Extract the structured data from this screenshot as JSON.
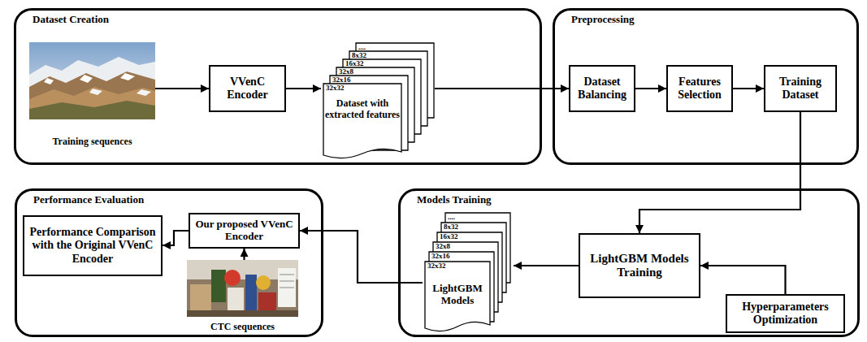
{
  "diagram": {
    "nodes": [
      {
        "text": [
          "Dataset Creation"
        ]
      },
      {
        "text": [
          "Training sequences"
        ],
        "in": 0
      },
      {
        "text": [
          "VVenC Encoder"
        ],
        "in": 0
      },
      {
        "text": [
          "....",
          "8x32",
          "16x32",
          "32x8",
          "32x16",
          "32x32",
          "Dataset with extracted features"
        ],
        "in": 0
      },
      {
        "text": [
          "Preprocessing"
        ]
      },
      {
        "text": [
          "Dataset Balancing"
        ],
        "in": 4
      },
      {
        "text": [
          "Features Selection"
        ],
        "in": 4
      },
      {
        "text": [
          "Training Dataset"
        ],
        "in": 4
      },
      {
        "text": [
          "Performance Evaluation"
        ]
      },
      {
        "text": [
          "Performance Comparison with the Original VVenC Encoder"
        ],
        "in": 8
      },
      {
        "text": [
          "Our proposed VVenC Encoder"
        ],
        "in": 8
      },
      {
        "text": [
          "CTC sequences"
        ],
        "in": 8
      },
      {
        "text": [
          "Models Training"
        ]
      },
      {
        "text": [
          "....",
          "8x32",
          "16x32",
          "32x8",
          "32x16",
          "32x32",
          "LightGBM Models"
        ],
        "in": 12
      },
      {
        "text": [
          "LightGBM Models Training"
        ],
        "in": 12
      },
      {
        "text": [
          "Hyperparameters Optimization"
        ],
        "in": 12
      }
    ],
    "edges": [
      {
        "from": 1,
        "to": 2,
        "arrow": "to"
      },
      {
        "from": 2,
        "to": 3,
        "arrow": "to"
      },
      {
        "from": 3,
        "to": 5,
        "arrow": "to"
      },
      {
        "from": 5,
        "to": 6,
        "arrow": "to"
      },
      {
        "from": 6,
        "to": 7,
        "arrow": "to"
      },
      {
        "from": 7,
        "to": 14,
        "arrow": "to"
      },
      {
        "from": 15,
        "to": 14,
        "arrow": "to"
      },
      {
        "from": 14,
        "to": 13,
        "arrow": "to"
      },
      {
        "from": 13,
        "to": 10,
        "arrow": "to"
      },
      {
        "from": 11,
        "to": 10,
        "arrow": "to"
      },
      {
        "from": 10,
        "to": 9,
        "arrow": "to"
      }
    ]
  }
}
